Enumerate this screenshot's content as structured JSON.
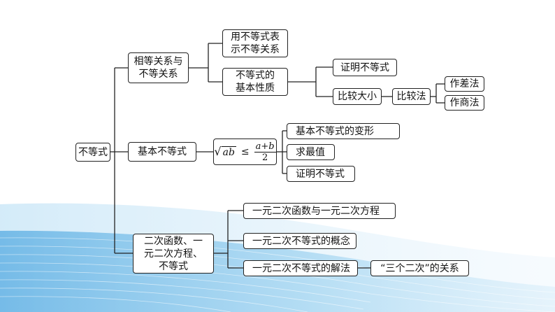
{
  "root": "不等式",
  "branches": [
    {
      "label": "相等关系与\n不等关系"
    },
    {
      "label": "基本不等式"
    },
    {
      "label": "二次函数、一\n元二次方程、\n不等式"
    }
  ],
  "relations": {
    "items": [
      {
        "label": "用不等式表\n示不等关系"
      },
      {
        "label": "不等式的\n基本性质"
      }
    ],
    "properties": {
      "items": [
        {
          "label": "证明不等式"
        },
        {
          "label": "比较大小"
        }
      ],
      "compare": {
        "method_label": "比较法",
        "methods": [
          {
            "label": "作差法"
          },
          {
            "label": "作商法"
          }
        ]
      }
    }
  },
  "basic_inequality": {
    "formula": {
      "radicand": "ab",
      "relation": "≤",
      "numerator": "a+b",
      "denominator": "2"
    },
    "items": [
      {
        "label": "基本不等式的变形"
      },
      {
        "label": "求最值"
      },
      {
        "label": "证明不等式"
      }
    ]
  },
  "quadratic": {
    "items": [
      {
        "label": "一元二次函数与一元二次方程"
      },
      {
        "label": "一元二次不等式的概念"
      },
      {
        "label": "一元二次不等式的解法"
      }
    ],
    "extra": "“三个二次”的关系"
  },
  "colors": {
    "wave_primary": "#1f8fd8",
    "wave_light": "#cfe9f8",
    "border": "#222222"
  }
}
